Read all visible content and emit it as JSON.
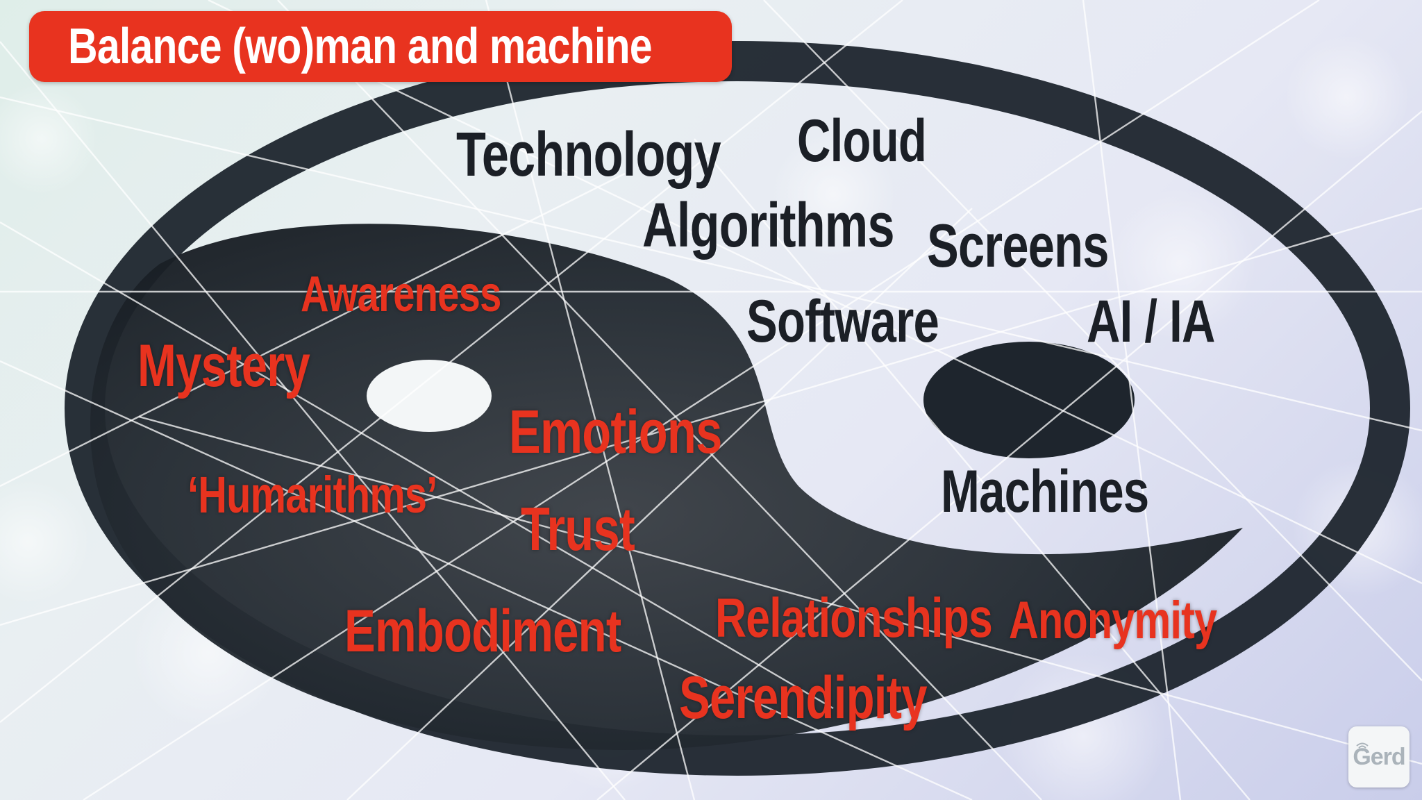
{
  "title": "Balance (wo)man and machine",
  "machine_words": {
    "technology": "Technology",
    "cloud": "Cloud",
    "algorithms": "Algorithms",
    "screens": "Screens",
    "software": "Software",
    "ai_ia": "AI / IA",
    "machines": "Machines"
  },
  "human_words": {
    "awareness": "Awareness",
    "mystery": "Mystery",
    "emotions": "Emotions",
    "humarithms": "‘Humarithms’",
    "trust": "Trust",
    "embodiment": "Embodiment",
    "relationships": "Relationships",
    "anonymity": "Anonymity",
    "serendipity": "Serendipity"
  },
  "logo": {
    "text": "Gerd"
  },
  "colors": {
    "title_bar": "#e8331f",
    "human_text": "#e8331f",
    "machine_text": "#1b1f26",
    "yin_dark": "#1e252d"
  }
}
